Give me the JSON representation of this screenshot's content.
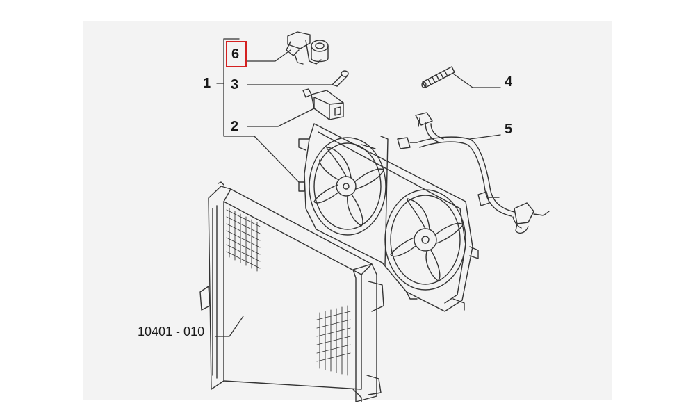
{
  "diagram": {
    "callouts": [
      {
        "id": "1",
        "label": "1"
      },
      {
        "id": "2",
        "label": "2"
      },
      {
        "id": "3",
        "label": "3"
      },
      {
        "id": "4",
        "label": "4"
      },
      {
        "id": "5",
        "label": "5"
      },
      {
        "id": "6",
        "label": "6"
      }
    ],
    "reference_label": "10401 - 010",
    "highlighted_callout": "6",
    "colors": {
      "line": "#333333",
      "highlight": "#d42020",
      "background": "#f3f3f3"
    }
  }
}
